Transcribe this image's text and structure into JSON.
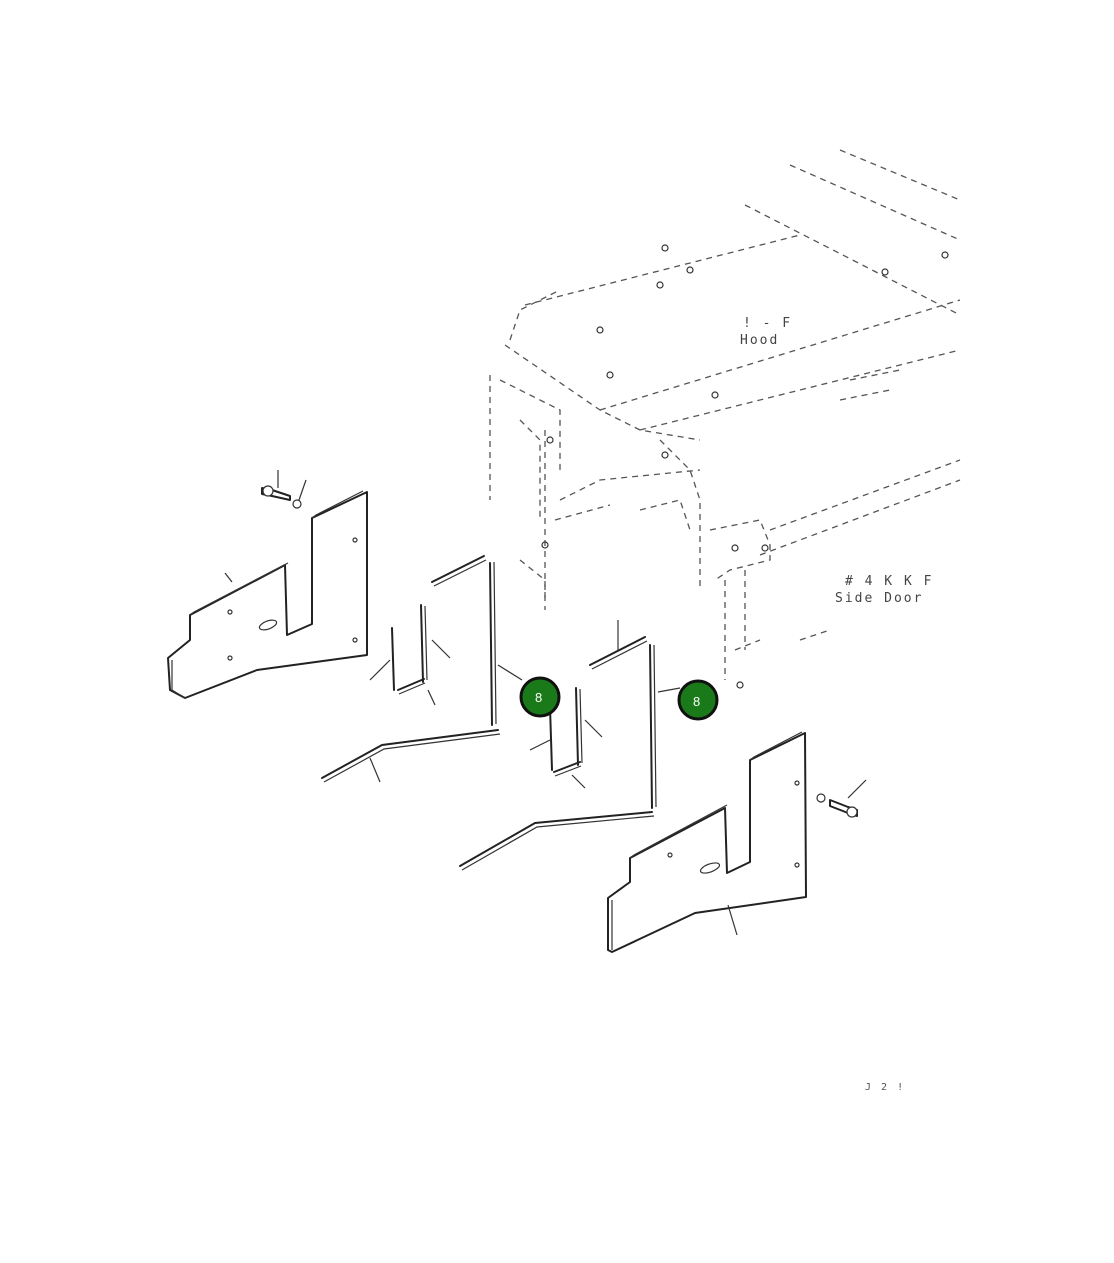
{
  "labels": {
    "hood_line1": "! - F",
    "hood_line2": "Hood",
    "side_door_line1": "# 4 K K F",
    "side_door_line2": "Side Door",
    "drawing_ref": "J   2   !"
  },
  "callouts": [
    {
      "id": "callout-left",
      "number": "8"
    },
    {
      "id": "callout-right",
      "number": "8"
    }
  ],
  "colors": {
    "callout_fill": "#1a7a1a",
    "callout_ring": "#111111",
    "line": "#222222"
  }
}
